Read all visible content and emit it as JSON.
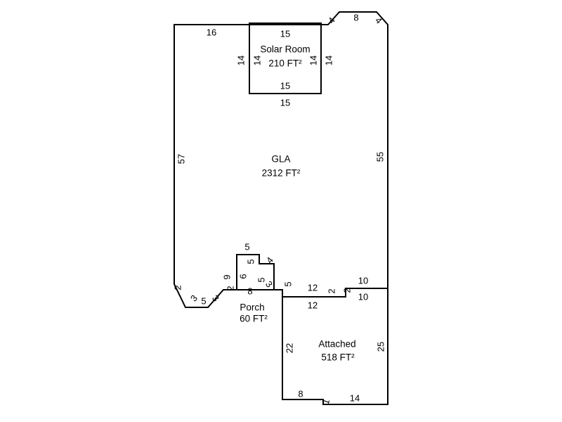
{
  "colors": {
    "line": "#000000",
    "text": "#000000",
    "background": "#ffffff"
  },
  "sketch": {
    "areas": {
      "gla": {
        "name": "GLA",
        "area": "2312 FT²"
      },
      "solar": {
        "name": "Solar Room",
        "area": "210 FT²"
      },
      "porch": {
        "name": "Porch",
        "area": "60 FT²"
      },
      "attached": {
        "name": "Attached",
        "area": "518 FT²"
      }
    },
    "dims": {
      "gla_top": "16",
      "gla_left": "57",
      "gla_right": "55",
      "solar_top": "15",
      "solar_left_outer": "14",
      "solar_left_inner": "14",
      "solar_right_inner": "14",
      "solar_right_outer": "14",
      "solar_bottom_inner": "15",
      "solar_bottom_outer": "15",
      "bay_left": "4",
      "bay_top": "8",
      "bay_right": "4",
      "bl_corner_left": "2",
      "bl_chamfer_left": "3",
      "bl_chamfer_bottom": "5",
      "bl_chamfer_right": "3",
      "bl_corner_right": "2",
      "porch_top": "5",
      "porch_inner_right": "5",
      "porch_diag": "4",
      "porch_left_outer": "9",
      "porch_left_inner": "6",
      "porch_right_inner": "5",
      "porch_right_diag": "3",
      "porch_bottom": "8",
      "gla_porch_step": "5",
      "d12_top": "12",
      "d12_bottom": "12",
      "d2_inner": "2",
      "d2_outer": "2",
      "d10_top": "10",
      "d10_bottom": "10",
      "att_left": "22",
      "att_right": "25",
      "att_bottom_left": "8",
      "att_jog": "1",
      "att_bottom": "14"
    }
  }
}
